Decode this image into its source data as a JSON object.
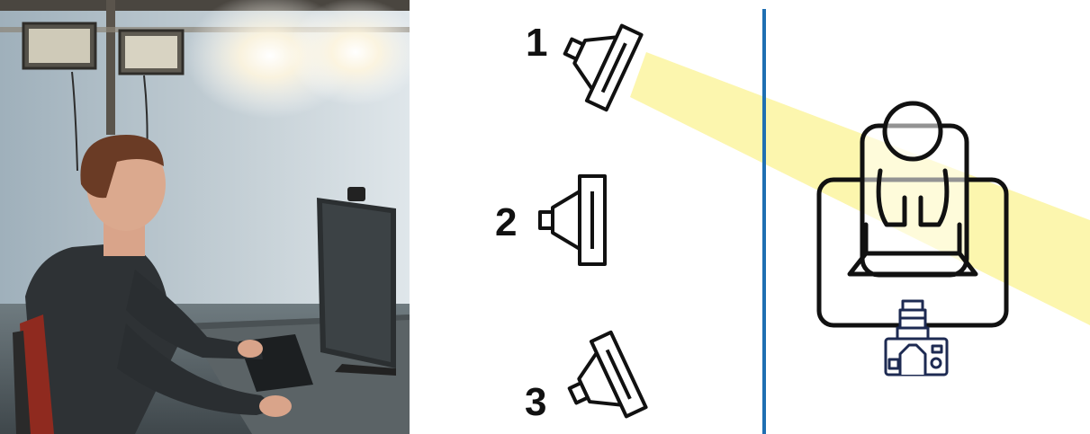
{
  "figure": {
    "photo_label": "photo-of-person-at-computer-in-studio",
    "lamps": [
      {
        "number": "1",
        "label": "1"
      },
      {
        "number": "2",
        "label": "2"
      },
      {
        "number": "3",
        "label": "3"
      }
    ],
    "active_lamp": "1"
  },
  "colors": {
    "divider": "#1f6fb2",
    "light_beam": "#fbf5a0",
    "stroke": "#111111",
    "camera_stroke": "#1d2a52",
    "background": "#ffffff"
  },
  "icons": [
    "lamp-icon",
    "person-at-desk-icon",
    "camera-icon"
  ]
}
